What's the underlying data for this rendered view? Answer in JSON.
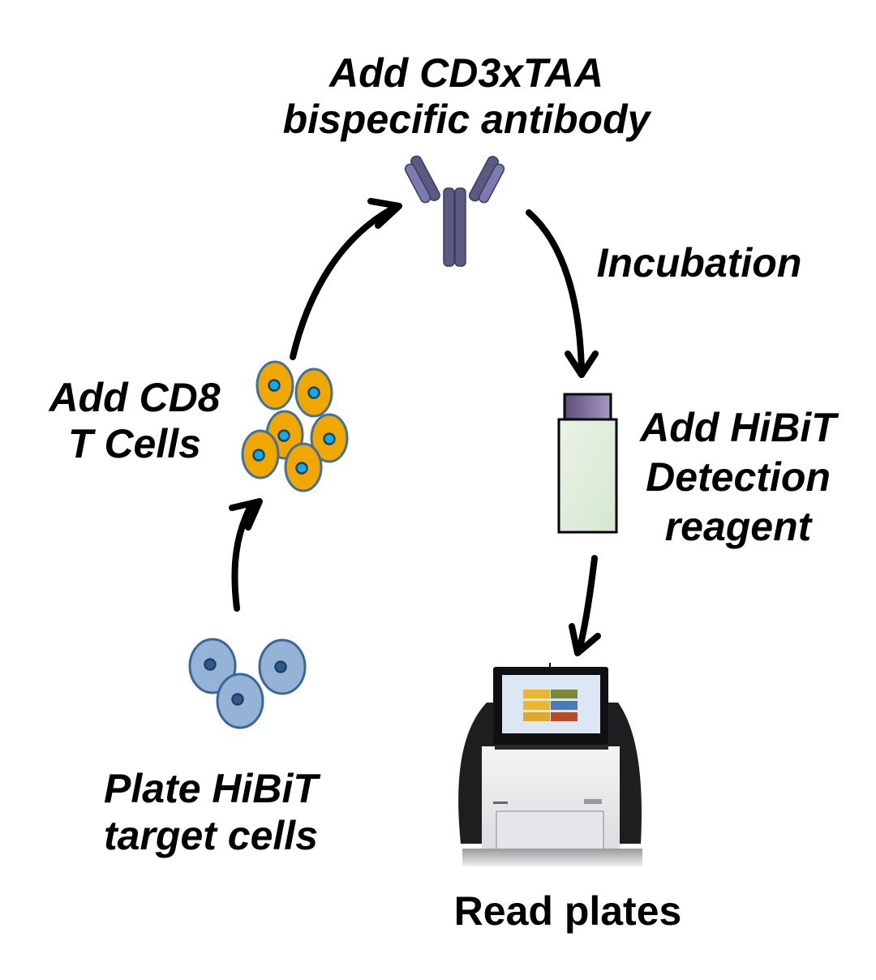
{
  "diagram": {
    "steps": [
      {
        "id": "plate-target-cells",
        "lines": [
          "Plate HiBiT",
          "target cells"
        ],
        "icon": "target-cells-icon"
      },
      {
        "id": "add-t-cells",
        "lines": [
          "Add CD8",
          "T Cells"
        ],
        "icon": "t-cells-icon"
      },
      {
        "id": "add-antibody",
        "lines": [
          "Add CD3xTAA",
          "bispecific antibody"
        ],
        "icon": "antibody-icon"
      },
      {
        "id": "incubation",
        "lines": [
          "Incubation"
        ],
        "icon": "arrow-icon"
      },
      {
        "id": "add-detection-reagent",
        "lines": [
          "Add HiBiT",
          "Detection",
          "reagent"
        ],
        "icon": "reagent-bottle-icon"
      },
      {
        "id": "read-plates",
        "lines": [
          "Read plates"
        ],
        "icon": "plate-reader-icon"
      }
    ],
    "colors": {
      "target_cell_fill": "#95b3d7",
      "target_cell_stroke": "#3a6699",
      "target_nucleus": "#2e5a8c",
      "t_cell_fill": "#f0a800",
      "t_cell_stroke": "#41719c",
      "t_nucleus": "#00b0f0",
      "antibody_heavy": "#5a5a82",
      "antibody_light": "#7b7bb0",
      "reagent_cap": "#8a78a8",
      "reagent_body": "#e0eedb",
      "arrow": "#000000"
    }
  }
}
